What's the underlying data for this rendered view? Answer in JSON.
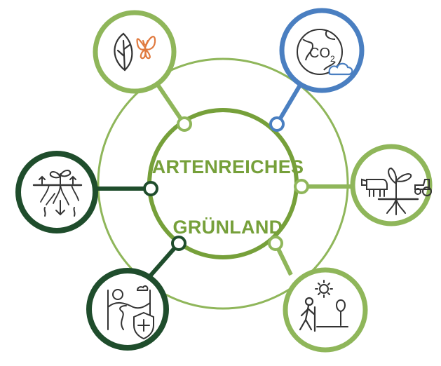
{
  "title": {
    "line1": "ARTENREICHES",
    "line2": "GRÜNLAND"
  },
  "icon_labels": {
    "co2": "CO",
    "co2_sub": "2"
  },
  "colors": {
    "accent_green": "#76a03a",
    "light_green": "#8fb65a",
    "dark_green": "#1f4d2c",
    "blue": "#4a7fc1",
    "icon_stroke": "#333333",
    "butterfly": "#e07a3f"
  },
  "nodes": [
    {
      "id": "biodiversity",
      "icons": [
        "leaf-icon",
        "butterfly-icon"
      ],
      "ring_color": "light_green"
    },
    {
      "id": "climate",
      "icons": [
        "globe-icon",
        "cloud-icon"
      ],
      "ring_color": "blue"
    },
    {
      "id": "soil",
      "icons": [
        "plant-icon",
        "roots-icon",
        "water-arrow-icon"
      ],
      "ring_color": "dark_green"
    },
    {
      "id": "agriculture",
      "icons": [
        "cow-icon",
        "plant-icon",
        "tractor-icon"
      ],
      "ring_color": "light_green"
    },
    {
      "id": "landscape",
      "icons": [
        "landscape-icon",
        "shield-plus-icon"
      ],
      "ring_color": "dark_green"
    },
    {
      "id": "recreation",
      "icons": [
        "hiker-icon",
        "sun-icon",
        "tree-icon"
      ],
      "ring_color": "light_green"
    }
  ]
}
